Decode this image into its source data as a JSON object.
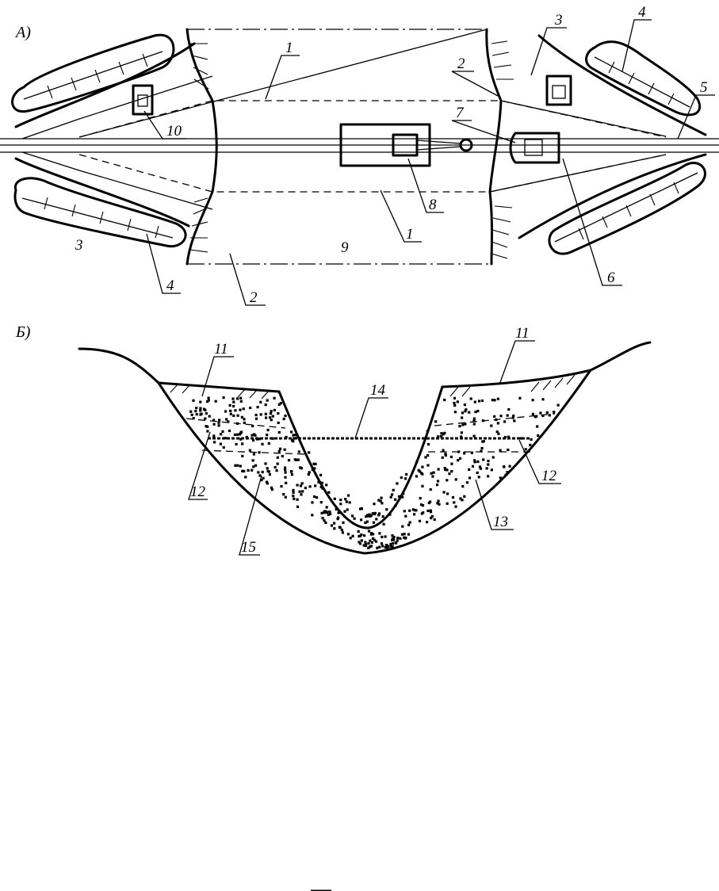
{
  "section_a": {
    "label": "А)",
    "callouts": [
      {
        "id": "c1a",
        "text": "1"
      },
      {
        "id": "c2a",
        "text": "2"
      },
      {
        "id": "c3a",
        "text": "3"
      },
      {
        "id": "c4a",
        "text": "4"
      },
      {
        "id": "c5",
        "text": "5"
      },
      {
        "id": "c7",
        "text": "7"
      },
      {
        "id": "c10",
        "text": "10"
      },
      {
        "id": "c8",
        "text": "8"
      },
      {
        "id": "c1b",
        "text": "1"
      },
      {
        "id": "c6",
        "text": "6"
      },
      {
        "id": "c4b",
        "text": "4"
      },
      {
        "id": "c2b",
        "text": "2"
      }
    ],
    "plain_labels": [
      {
        "id": "p3",
        "text": "3"
      },
      {
        "id": "p9",
        "text": "9"
      }
    ]
  },
  "section_b": {
    "label": "Б)",
    "callouts": [
      {
        "id": "c11a",
        "text": "11"
      },
      {
        "id": "c11b",
        "text": "11"
      },
      {
        "id": "c14",
        "text": "14"
      },
      {
        "id": "c12a",
        "text": "12"
      },
      {
        "id": "c12b",
        "text": "12"
      },
      {
        "id": "c13",
        "text": "13"
      },
      {
        "id": "c15",
        "text": "15"
      }
    ]
  }
}
